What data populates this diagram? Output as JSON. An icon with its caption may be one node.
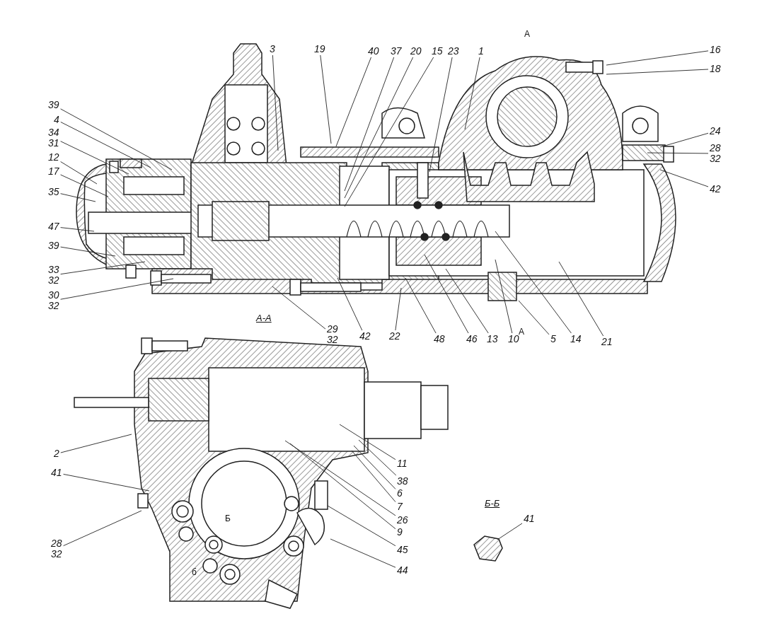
{
  "diagram": {
    "nodes": [
      {
        "text": [
          "39"
        ]
      },
      {
        "text": [
          "4"
        ]
      },
      {
        "text": [
          "34",
          "31"
        ]
      },
      {
        "text": [
          "12"
        ]
      },
      {
        "text": [
          "17"
        ]
      },
      {
        "text": [
          "35"
        ]
      },
      {
        "text": [
          "47"
        ]
      },
      {
        "text": [
          "39"
        ]
      },
      {
        "text": [
          "33",
          "32"
        ]
      },
      {
        "text": [
          "30",
          "32"
        ]
      },
      {
        "text": [
          "3"
        ]
      },
      {
        "text": [
          "19"
        ]
      },
      {
        "text": [
          "40"
        ]
      },
      {
        "text": [
          "37"
        ]
      },
      {
        "text": [
          "20"
        ]
      },
      {
        "text": [
          "15"
        ]
      },
      {
        "text": [
          "23"
        ]
      },
      {
        "text": [
          "1"
        ]
      },
      {
        "text": [
          "16"
        ]
      },
      {
        "text": [
          "18"
        ]
      },
      {
        "text": [
          "24"
        ]
      },
      {
        "text": [
          "28",
          "32"
        ]
      },
      {
        "text": [
          "42"
        ]
      },
      {
        "text": [
          "29",
          "32"
        ]
      },
      {
        "text": [
          "42"
        ]
      },
      {
        "text": [
          "22"
        ]
      },
      {
        "text": [
          "48"
        ]
      },
      {
        "text": [
          "46"
        ]
      },
      {
        "text": [
          "13"
        ]
      },
      {
        "text": [
          "10"
        ]
      },
      {
        "text": [
          "5"
        ]
      },
      {
        "text": [
          "14"
        ]
      },
      {
        "text": [
          "21"
        ]
      },
      {
        "text": [
          "2"
        ]
      },
      {
        "text": [
          "41"
        ]
      },
      {
        "text": [
          "28",
          "32"
        ]
      },
      {
        "text": [
          "11"
        ]
      },
      {
        "text": [
          "38"
        ]
      },
      {
        "text": [
          "6"
        ]
      },
      {
        "text": [
          "7"
        ]
      },
      {
        "text": [
          "26"
        ]
      },
      {
        "text": [
          "9"
        ]
      },
      {
        "text": [
          "45"
        ]
      },
      {
        "text": [
          "44"
        ]
      },
      {
        "text": [
          "41"
        ]
      }
    ],
    "edges": [
      {
        "from": 0,
        "to": null,
        "arrow": "none"
      },
      {
        "from": 1,
        "to": null,
        "arrow": "none"
      },
      {
        "from": 2,
        "to": null,
        "arrow": "none"
      },
      {
        "from": 3,
        "to": null,
        "arrow": "none"
      },
      {
        "from": 4,
        "to": null,
        "arrow": "none"
      },
      {
        "from": 5,
        "to": null,
        "arrow": "none"
      },
      {
        "from": 6,
        "to": null,
        "arrow": "none"
      },
      {
        "from": 7,
        "to": null,
        "arrow": "none"
      },
      {
        "from": 8,
        "to": null,
        "arrow": "none"
      },
      {
        "from": 9,
        "to": null,
        "arrow": "none"
      },
      {
        "from": 10,
        "to": null,
        "arrow": "none"
      },
      {
        "from": 11,
        "to": null,
        "arrow": "none"
      },
      {
        "from": 12,
        "to": null,
        "arrow": "none"
      },
      {
        "from": 13,
        "to": null,
        "arrow": "none"
      },
      {
        "from": 14,
        "to": null,
        "arrow": "none"
      },
      {
        "from": 15,
        "to": null,
        "arrow": "none"
      },
      {
        "from": 16,
        "to": null,
        "arrow": "none"
      },
      {
        "from": 17,
        "to": null,
        "arrow": "none"
      },
      {
        "from": 18,
        "to": null,
        "arrow": "none"
      },
      {
        "from": 19,
        "to": null,
        "arrow": "none"
      },
      {
        "from": 20,
        "to": null,
        "arrow": "none"
      },
      {
        "from": 21,
        "to": null,
        "arrow": "none"
      },
      {
        "from": 22,
        "to": null,
        "arrow": "none"
      },
      {
        "from": 23,
        "to": null,
        "arrow": "none"
      },
      {
        "from": 24,
        "to": null,
        "arrow": "none"
      },
      {
        "from": 25,
        "to": null,
        "arrow": "none"
      },
      {
        "from": 26,
        "to": null,
        "arrow": "none"
      },
      {
        "from": 27,
        "to": null,
        "arrow": "none"
      },
      {
        "from": 28,
        "to": null,
        "arrow": "none"
      },
      {
        "from": 29,
        "to": null,
        "arrow": "none"
      },
      {
        "from": 30,
        "to": null,
        "arrow": "none"
      },
      {
        "from": 31,
        "to": null,
        "arrow": "none"
      },
      {
        "from": 32,
        "to": null,
        "arrow": "none"
      },
      {
        "from": 33,
        "to": null,
        "arrow": "none"
      },
      {
        "from": 34,
        "to": null,
        "arrow": "none"
      },
      {
        "from": 35,
        "to": null,
        "arrow": "none"
      },
      {
        "from": 36,
        "to": null,
        "arrow": "none"
      },
      {
        "from": 37,
        "to": null,
        "arrow": "none"
      },
      {
        "from": 38,
        "to": null,
        "arrow": "none"
      },
      {
        "from": 39,
        "to": null,
        "arrow": "none"
      },
      {
        "from": 40,
        "to": null,
        "arrow": "none"
      },
      {
        "from": 41,
        "to": null,
        "arrow": "none"
      },
      {
        "from": 42,
        "to": null,
        "arrow": "none"
      },
      {
        "from": 43,
        "to": null,
        "arrow": "none"
      },
      {
        "from": 44,
        "to": null,
        "arrow": "none"
      }
    ],
    "labels": [
      "А",
      "А-А",
      "А",
      "Б",
      "б",
      "Б-Б"
    ]
  }
}
